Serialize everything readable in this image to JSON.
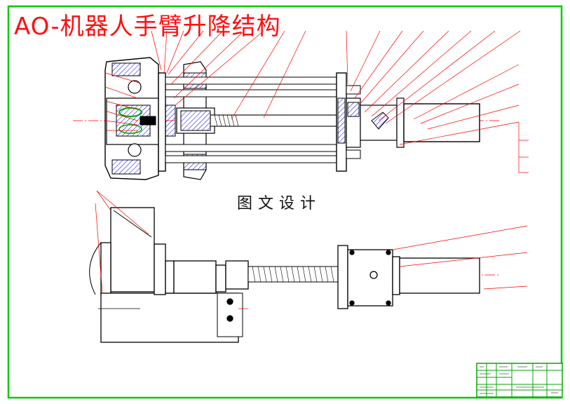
{
  "drawing": {
    "title": "AO-机器人手臂升降结构",
    "watermark": "图文设计",
    "colors": {
      "border": "#00cc00",
      "outline": "#000000",
      "hatch": "#0000ff",
      "title": "#ff1010",
      "leader": "#ff0000",
      "centerline": "#ff0000",
      "accent_green": "#00aa00"
    },
    "views": [
      "front-section-view",
      "top-view"
    ],
    "title_block": "bottom-right"
  }
}
